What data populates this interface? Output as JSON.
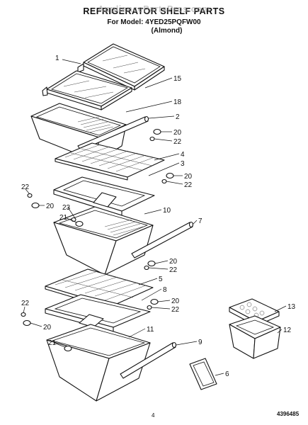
{
  "header": {
    "title": "REFRIGERATOR SHELF PARTS",
    "watermark": "AppliancePartsPros.com",
    "model_line": "For Model: 4YED25PQFW00",
    "color_line": "(Almond)"
  },
  "footer": {
    "page_number": "4",
    "doc_number": "4396485"
  },
  "callouts": [
    "1",
    "15",
    "18",
    "2",
    "20",
    "22",
    "4",
    "3",
    "20",
    "22",
    "22",
    "20",
    "23",
    "21",
    "10",
    "7",
    "20",
    "22",
    "5",
    "8",
    "20",
    "22",
    "22",
    "20",
    "11",
    "21",
    "9",
    "13",
    "12",
    "6"
  ]
}
